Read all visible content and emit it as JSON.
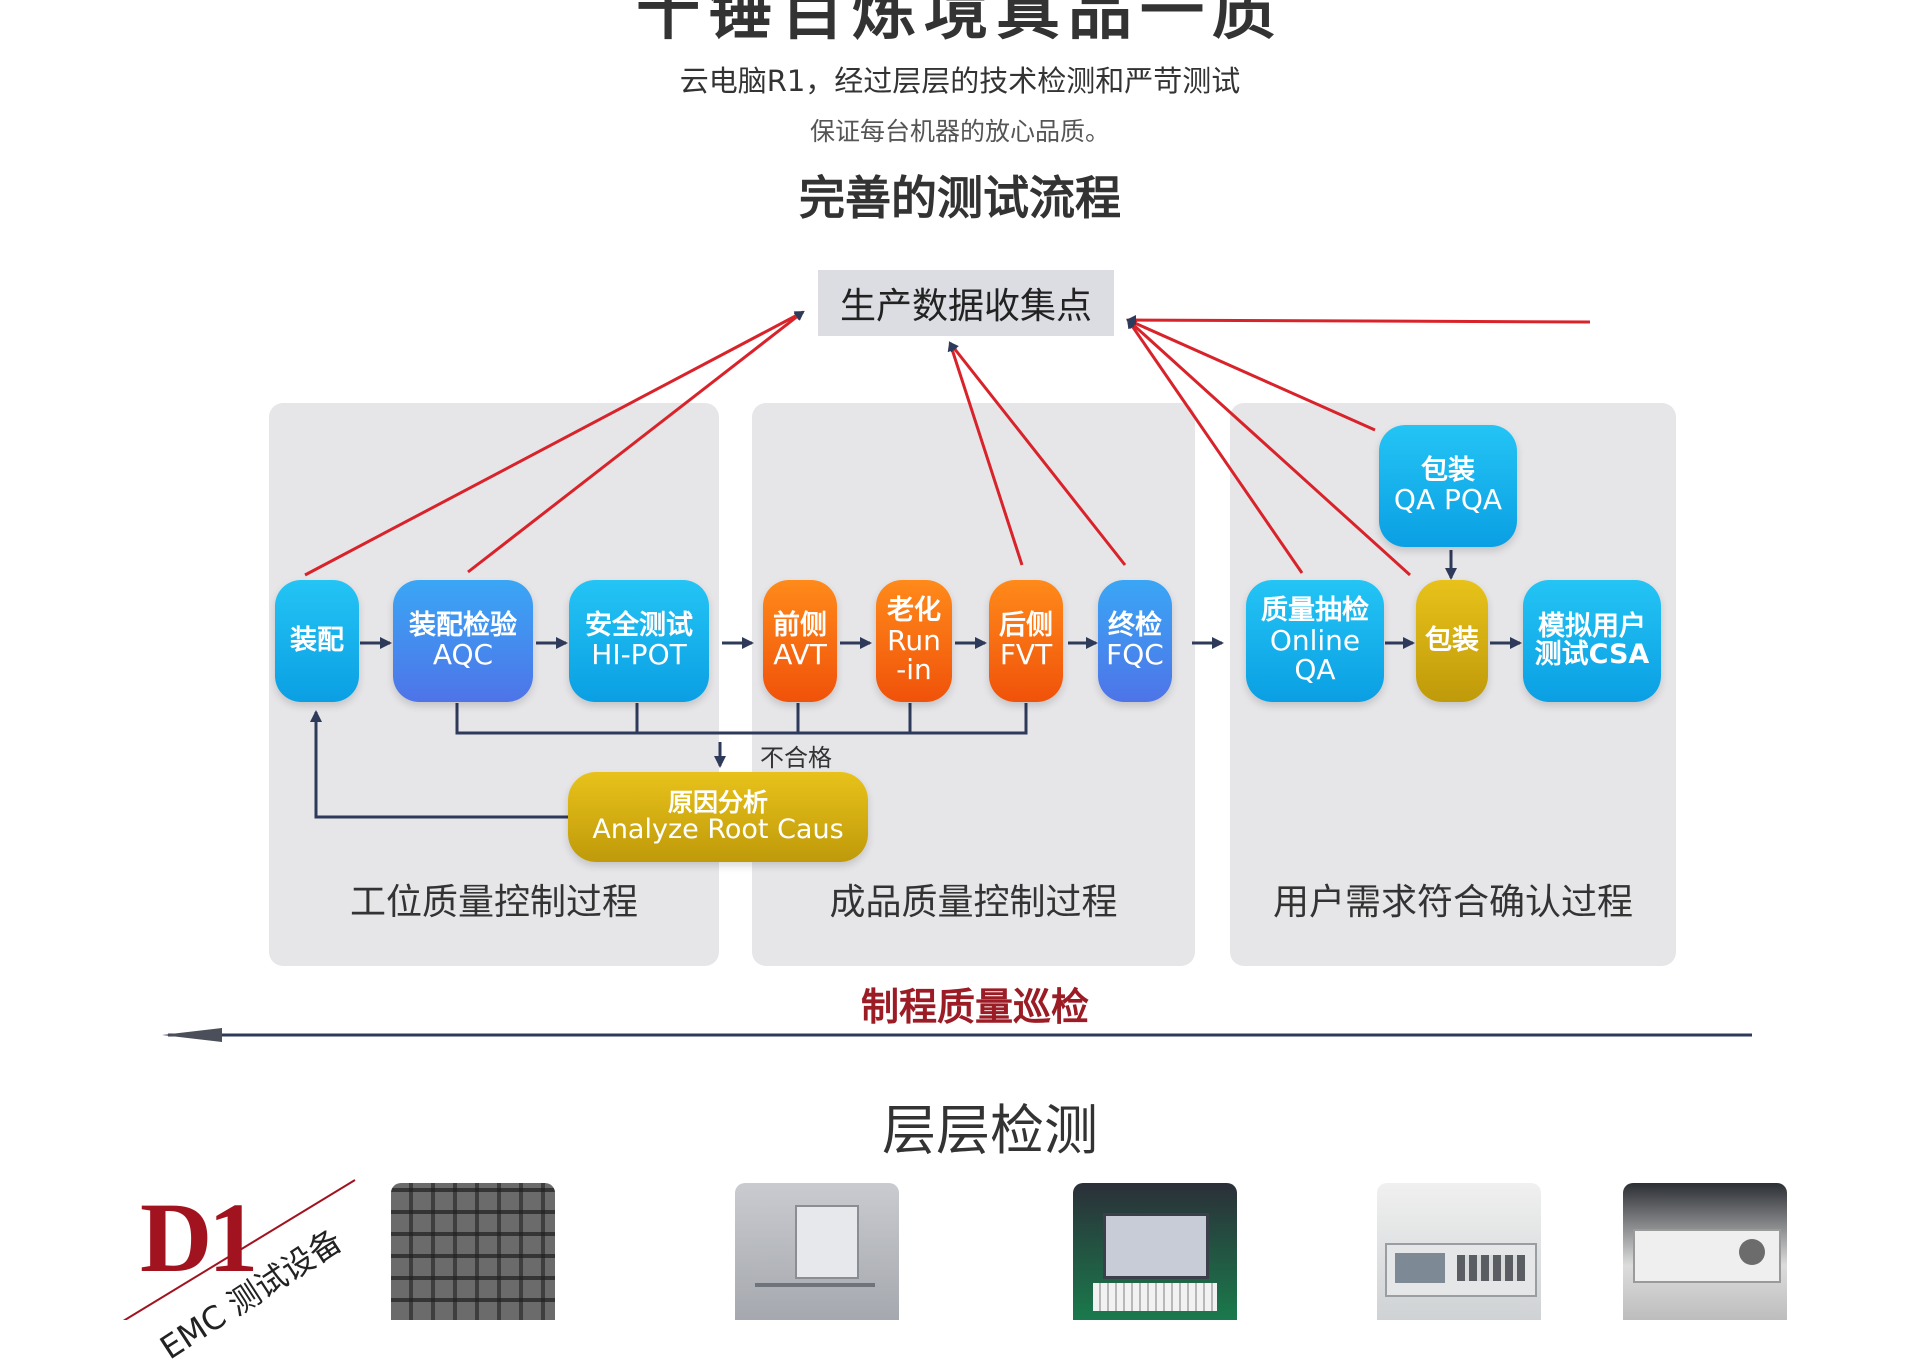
{
  "header": {
    "headline": "十锤百炼境真品一质",
    "subtitle_line1": "云电脑R1，经过层层的技术检测和严苛测试",
    "subtitle_line2": "保证每台机器的放心品质。",
    "section_title": "完善的测试流程"
  },
  "diagram": {
    "collection_point": "生产数据收集点",
    "panels": [
      {
        "label": "工位质量控制过程"
      },
      {
        "label": "成品质量控制过程"
      },
      {
        "label": "用户需求符合确认过程"
      }
    ],
    "nodes": {
      "assembly": {
        "line1": "装配"
      },
      "aqc": {
        "line1": "装配检验",
        "line2": "AQC"
      },
      "hipot": {
        "line1": "安全测试",
        "line2": "HI-POT"
      },
      "avt": {
        "line1": "前侧",
        "line2": "AVT"
      },
      "runin": {
        "line1": "老化",
        "line2": "Run",
        "line3": "-in"
      },
      "fvt": {
        "line1": "后侧",
        "line2": "FVT"
      },
      "fqc": {
        "line1": "终检",
        "line2": "FQC"
      },
      "oqa": {
        "line1": "质量抽检",
        "line2": "Online",
        "line3": "QA"
      },
      "pack": {
        "line1": "包装"
      },
      "pqa": {
        "line1": "包装",
        "line2": "QA PQA"
      },
      "csa": {
        "line1": "模拟用户",
        "line2": "测试CSA"
      },
      "root_cause": {
        "line1": "原因分析",
        "line2": "Analyze Root Caus"
      }
    },
    "unqualified_label": "不合格",
    "patrol_label": "制程质量巡检",
    "colors": {
      "panel": "#e6e6e9",
      "red_arrow": "#d9232a",
      "flow_line": "#2e3a5a",
      "patrol": "#9b1c25"
    }
  },
  "layers": {
    "title": "层层检测",
    "logo_text": "D1",
    "equipment_label": "EMC 测试设备"
  }
}
